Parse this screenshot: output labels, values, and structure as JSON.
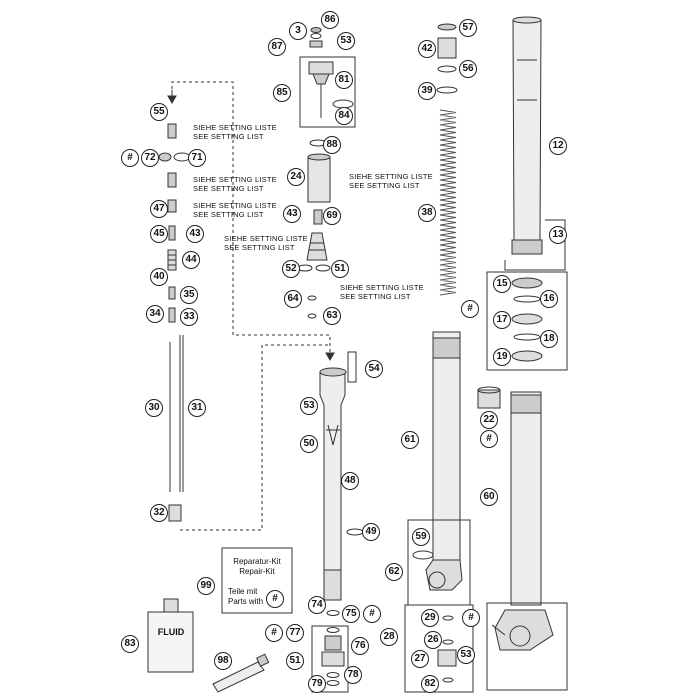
{
  "callouts": {
    "c86": "86",
    "c3": "3",
    "c87": "87",
    "c53a": "53",
    "c81": "81",
    "c85": "85",
    "c84": "84",
    "c57": "57",
    "c42": "42",
    "c56": "56",
    "c39": "39",
    "c12": "12",
    "c13": "13",
    "c55": "55",
    "c72": "72",
    "c71": "71",
    "c47": "47",
    "c45": "45",
    "c43a": "43",
    "c44": "44",
    "c40": "40",
    "c35": "35",
    "c34": "34",
    "c33": "33",
    "c30": "30",
    "c31": "31",
    "c32": "32",
    "c88": "88",
    "c24": "24",
    "c43b": "43",
    "c69": "69",
    "c52": "52",
    "c51a": "51",
    "c64": "64",
    "c63": "63",
    "c38": "38",
    "c15": "15",
    "c16": "16",
    "c17": "17",
    "c18": "18",
    "c19": "19",
    "c54": "54",
    "c53b": "53",
    "c50": "50",
    "c48": "48",
    "c49": "49",
    "c22": "22",
    "c61": "61",
    "c60": "60",
    "c59": "59",
    "c62": "62",
    "c99": "99",
    "c74": "74",
    "c75": "75",
    "c77": "77",
    "c76": "76",
    "c51b": "51",
    "c79": "79",
    "c78": "78",
    "c83": "83",
    "c98": "98",
    "c28": "28",
    "c29": "29",
    "c26": "26",
    "c27": "27",
    "c53c": "53",
    "c82": "82",
    "h1": "#",
    "h2": "#",
    "h3": "#",
    "h4": "#",
    "h5": "#",
    "h6": "#",
    "h7": "#"
  },
  "notes": {
    "setting_de": "SIEHE SETTING LISTE",
    "setting_en": "SEE SETTING LIST"
  },
  "repair_kit": {
    "line1": "Reparatur-Kit",
    "line2": "Repair-Kit",
    "line3": "Teile mit",
    "line4": "Parts with"
  },
  "fluid_label": "FLUID"
}
